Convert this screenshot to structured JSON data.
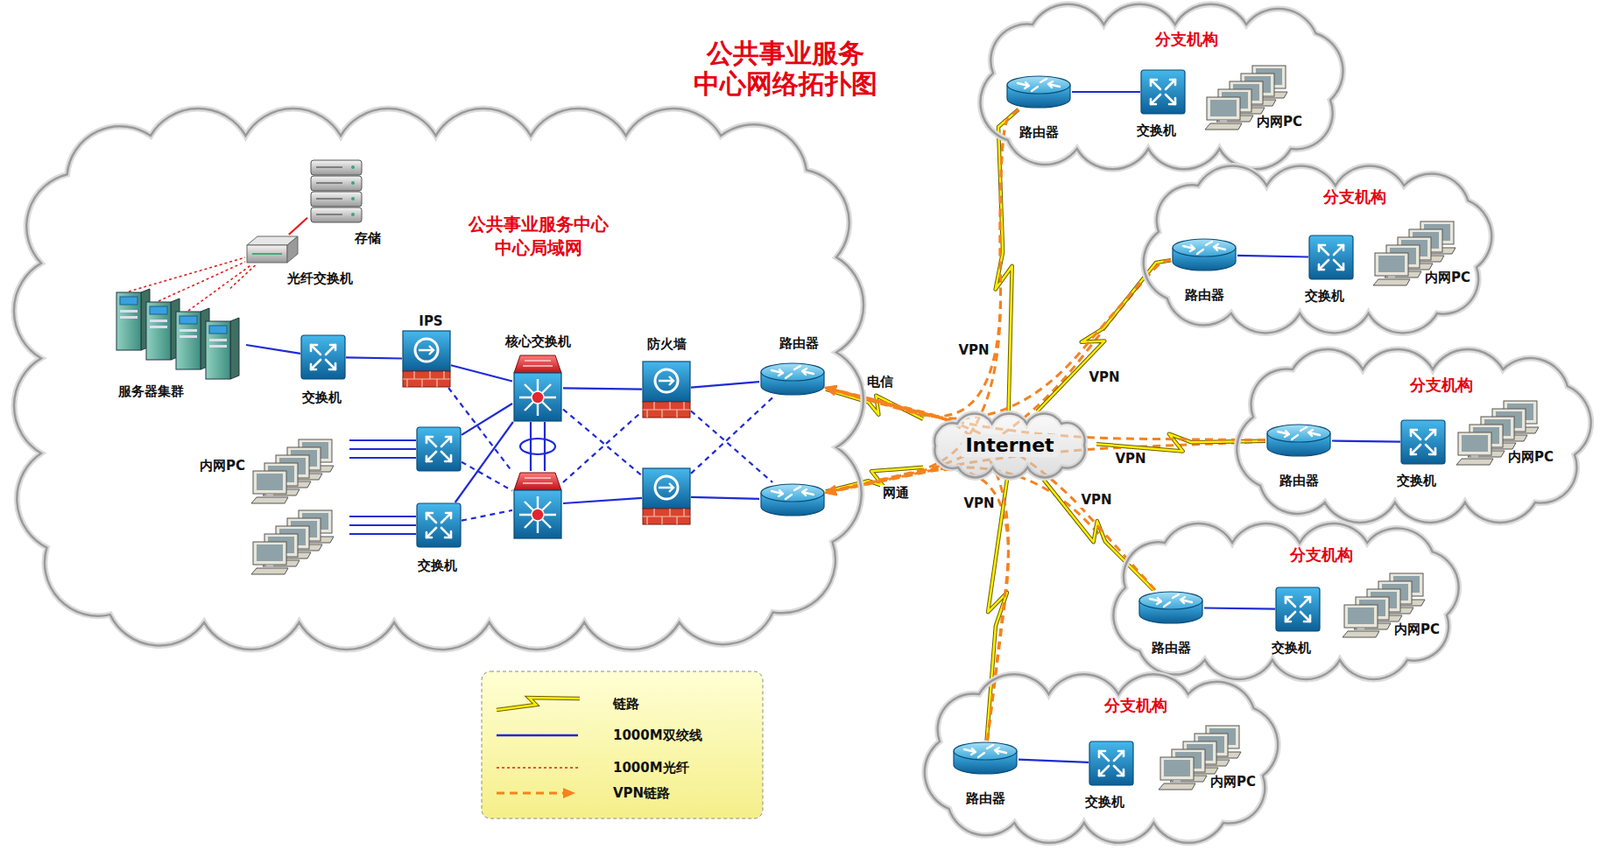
{
  "diagram": {
    "title": "公共事业服务 中心网络拓扑图",
    "nodes": [
      {
        "text": [
          "公共事业服务中心 中心局域网"
        ]
      },
      {
        "text": [
          "存储"
        ],
        "in": 0
      },
      {
        "text": [
          "光纤交换机"
        ],
        "in": 0
      },
      {
        "text": [
          "服务器集群"
        ],
        "in": 0
      },
      {
        "text": [
          "交换机"
        ],
        "in": 0
      },
      {
        "text": [
          "IPS"
        ],
        "in": 0
      },
      {
        "text": [
          "核心交换机"
        ],
        "in": 0
      },
      {
        "text": [
          "防火墙"
        ],
        "in": 0
      },
      {
        "text": [
          "路由器"
        ],
        "in": 0
      },
      {
        "text": [
          "内网PC"
        ],
        "in": 0
      },
      {
        "text": [
          "交换机"
        ],
        "in": 0
      },
      {
        "text": [
          "Internet"
        ]
      },
      {
        "text": [
          "分支机构"
        ]
      },
      {
        "text": [
          "路由器"
        ],
        "in": 12
      },
      {
        "text": [
          "交换机"
        ],
        "in": 12
      },
      {
        "text": [
          "内网PC"
        ],
        "in": 12
      },
      {
        "text": [
          "分支机构"
        ]
      },
      {
        "text": [
          "路由器"
        ],
        "in": 16
      },
      {
        "text": [
          "交换机"
        ],
        "in": 16
      },
      {
        "text": [
          "内网PC"
        ],
        "in": 16
      },
      {
        "text": [
          "分支机构"
        ]
      },
      {
        "text": [
          "路由器"
        ],
        "in": 20
      },
      {
        "text": [
          "交换机"
        ],
        "in": 20
      },
      {
        "text": [
          "内网PC"
        ],
        "in": 20
      },
      {
        "text": [
          "分支机构"
        ]
      },
      {
        "text": [
          "路由器"
        ],
        "in": 24
      },
      {
        "text": [
          "交换机"
        ],
        "in": 24
      },
      {
        "text": [
          "内网PC"
        ],
        "in": 24
      },
      {
        "text": [
          "分支机构"
        ]
      },
      {
        "text": [
          "路由器"
        ],
        "in": 28
      },
      {
        "text": [
          "交换机"
        ],
        "in": 28
      },
      {
        "text": [
          "内网PC"
        ],
        "in": 28
      }
    ],
    "edges": [
      {
        "from": 2,
        "to": 1,
        "arrow": "none"
      },
      {
        "from": 3,
        "to": 2,
        "arrow": "none"
      },
      {
        "from": 3,
        "to": 4,
        "arrow": "none"
      },
      {
        "from": 4,
        "to": 5,
        "arrow": "none"
      },
      {
        "from": 5,
        "to": 6,
        "arrow": "none"
      },
      {
        "from": 10,
        "to": 6,
        "arrow": "none"
      },
      {
        "from": 6,
        "to": 7,
        "arrow": "none"
      },
      {
        "from": 7,
        "to": 8,
        "arrow": "none"
      },
      {
        "from": 8,
        "to": 11,
        "arrow": "none",
        "label": "电信"
      },
      {
        "from": 13,
        "to": 14,
        "arrow": "none"
      },
      {
        "from": 13,
        "to": 11,
        "arrow": "none",
        "label": "VPN"
      },
      {
        "from": 13,
        "to": 8,
        "arrow": "to"
      },
      {
        "from": 17,
        "to": 18,
        "arrow": "none"
      },
      {
        "from": 17,
        "to": 11,
        "arrow": "none",
        "label": "VPN"
      },
      {
        "from": 17,
        "to": 8,
        "arrow": "to"
      },
      {
        "from": 21,
        "to": 22,
        "arrow": "none"
      },
      {
        "from": 21,
        "to": 11,
        "arrow": "none",
        "label": "VPN"
      },
      {
        "from": 21,
        "to": 8,
        "arrow": "to"
      },
      {
        "from": 25,
        "to": 26,
        "arrow": "none"
      },
      {
        "from": 25,
        "to": 11,
        "arrow": "none",
        "label": "VPN"
      },
      {
        "from": 25,
        "to": 8,
        "arrow": "to"
      },
      {
        "from": 29,
        "to": 30,
        "arrow": "none"
      },
      {
        "from": 29,
        "to": 11,
        "arrow": "none",
        "label": "VPN"
      },
      {
        "from": 29,
        "to": 8,
        "arrow": "to"
      }
    ],
    "labels": [
      "网通"
    ],
    "legend": [
      {
        "text": "链路"
      },
      {
        "text": "1000M双绞线"
      },
      {
        "text": "1000M光纤"
      },
      {
        "text": "VPN链路"
      }
    ]
  }
}
